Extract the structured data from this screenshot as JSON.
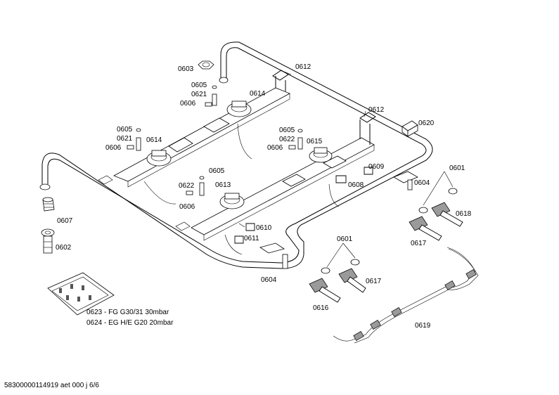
{
  "labels": {
    "l0603": "0603",
    "l0612a": "0612",
    "l0612b": "0612",
    "l0605a": "0605",
    "l0621a": "0621",
    "l0606a": "0606",
    "l0614a": "0614",
    "l0614b": "0614",
    "l0605b": "0605",
    "l0621b": "0621",
    "l0606b": "0606",
    "l0620": "0620",
    "l0605c": "0605",
    "l0622a": "0622",
    "l0606c": "0606",
    "l0615": "0615",
    "l0609": "0609",
    "l0605d": "0605",
    "l0622b": "0622",
    "l0613": "0613",
    "l0606d": "0606",
    "l0608": "0608",
    "l0601a": "0601",
    "l0604a": "0604",
    "l0618": "0618",
    "l0607": "0607",
    "l0610": "0610",
    "l0611": "0611",
    "l0602": "0602",
    "l0617a": "0617",
    "l0601b": "0601",
    "l0604b": "0604",
    "l0617b": "0617",
    "l0616": "0616",
    "l0619": "0619"
  },
  "notes": {
    "fg": "0623 - FG G30/31 30mbar",
    "eg": "0624 - EG H/E G20 20mbar"
  },
  "footer": "58300000114919 aet 000 j 6/6"
}
